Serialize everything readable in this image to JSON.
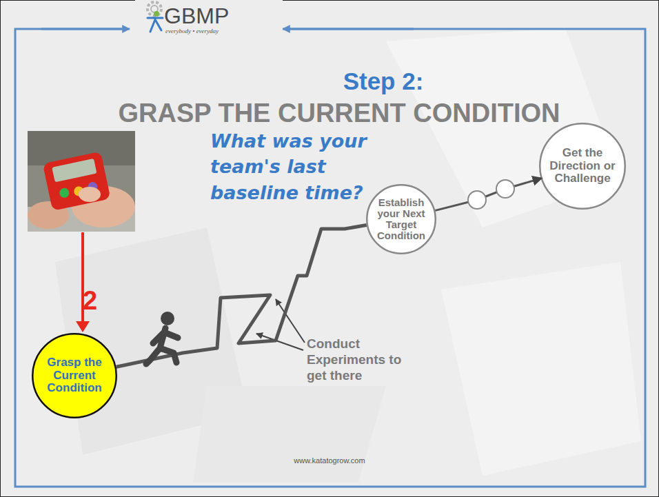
{
  "diagram": {
    "title": "Step 2:",
    "nodes": [
      {
        "text": [
          "Grasp the Current Condition"
        ]
      },
      {
        "text": [
          "Establish your Next Target Condition"
        ]
      },
      {
        "text": [
          "Get the Direction or Challenge"
        ]
      }
    ],
    "edges": [
      {
        "from": 0,
        "to": 1,
        "arrow": "none"
      },
      {
        "from": 1,
        "to": 2,
        "arrow": "to"
      }
    ],
    "labels": [
      "GBMP",
      "everybody • everyday",
      "GRASP THE CURRENT CONDITION",
      "What was your team's last baseline time?",
      "2",
      "Conduct Experiments to get there",
      "www.katatogrow.com"
    ]
  }
}
